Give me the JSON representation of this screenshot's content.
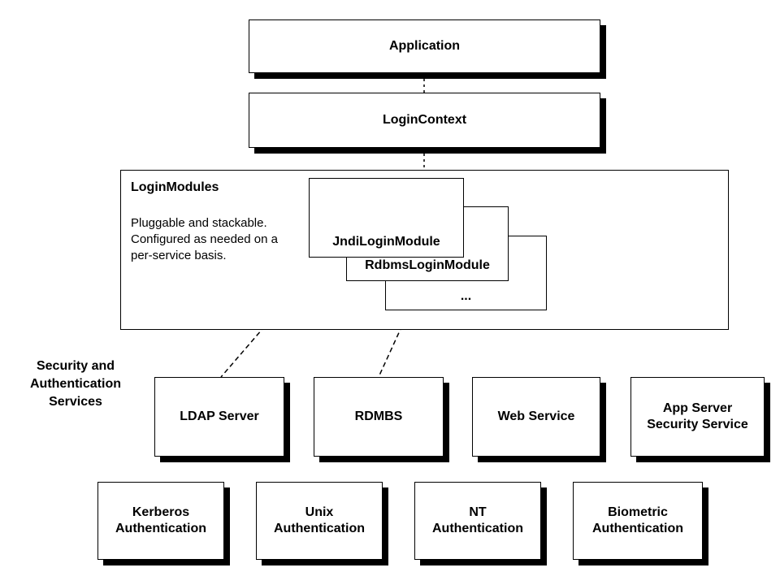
{
  "application": {
    "label": "Application"
  },
  "login_context": {
    "label": "LoginContext"
  },
  "login_modules": {
    "title": "LoginModules",
    "description": "Pluggable and stackable. Configured as needed on a per-service basis.",
    "modules": [
      "JndiLoginModule",
      "RdbmsLoginModule",
      "..."
    ]
  },
  "services": {
    "heading_lines": [
      "Security and",
      "Authentication",
      "Services"
    ],
    "row1": [
      {
        "lines": [
          "LDAP Server"
        ]
      },
      {
        "lines": [
          "RDMBS"
        ]
      },
      {
        "lines": [
          "Web Service"
        ]
      },
      {
        "lines": [
          "App Server",
          "Security Service"
        ]
      }
    ],
    "row2": [
      {
        "lines": [
          "Kerberos",
          "Authentication"
        ]
      },
      {
        "lines": [
          "Unix",
          "Authentication"
        ]
      },
      {
        "lines": [
          "NT",
          "Authentication"
        ]
      },
      {
        "lines": [
          "Biometric",
          "Authentication"
        ]
      }
    ]
  }
}
